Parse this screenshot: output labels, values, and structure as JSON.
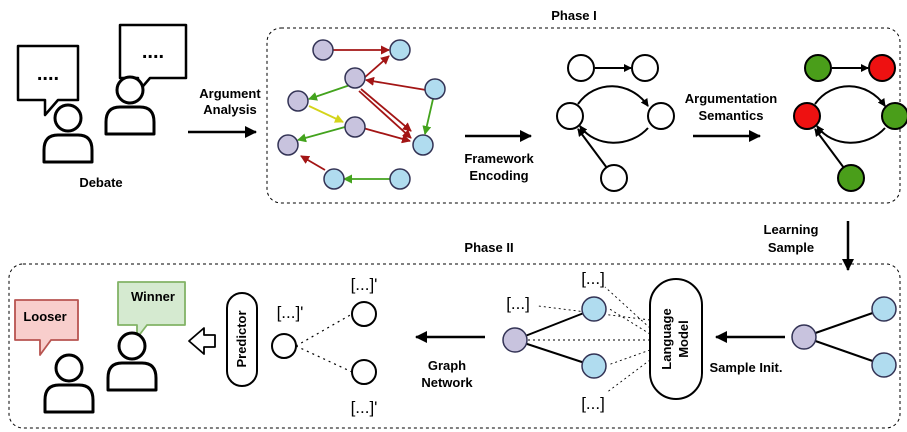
{
  "phases": {
    "phase1": "Phase I",
    "phase2": "Phase II"
  },
  "labels": {
    "debate": "Debate",
    "argument_analysis": [
      "Argument",
      "Analysis"
    ],
    "framework_encoding": [
      "Framework",
      "Encoding"
    ],
    "argumentation_semantics": [
      "Argumentation",
      "Semantics"
    ],
    "learning_sample": [
      "Learning",
      "Sample"
    ],
    "sample_init": "Sample Init.",
    "language_model": [
      "Language",
      "Model"
    ],
    "graph_network": [
      "Graph",
      "Network"
    ],
    "predictor": "Predictor",
    "winner": "Winner",
    "looser": "Looser"
  },
  "speech_text": {
    "left": "....",
    "right": "...."
  },
  "brackets": {
    "plain": "[...]",
    "primed": "[...]'"
  },
  "colors": {
    "argument_purple": "#c8c3de",
    "argument_blue": "#b0dcef",
    "node_stroke": "#333355",
    "accepted_green": "#4a9e1a",
    "rejected_red": "#ee1111",
    "arrow_red": "#a31515",
    "arrow_green": "#43a31d",
    "arrow_yellow": "#d4d41a",
    "winner_fill": "#d5ead0",
    "winner_stroke": "#82b366",
    "looser_fill": "#f8cecc",
    "looser_stroke": "#b85450"
  }
}
